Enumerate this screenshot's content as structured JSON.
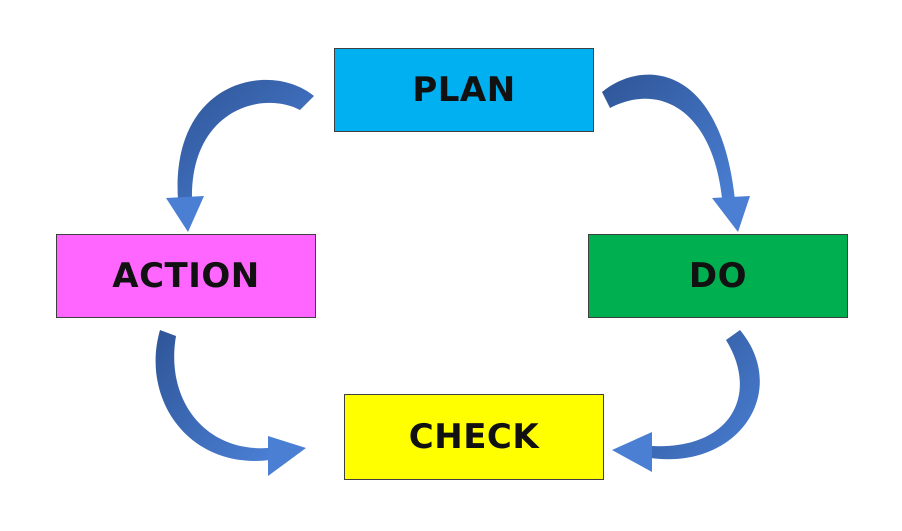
{
  "colors": {
    "plan": "#00b0f0",
    "do": "#00b050",
    "check": "#ffff00",
    "action": "#ff66ff",
    "arrow": "#4472c4",
    "arrow_dark": "#2f5597"
  },
  "cycle": {
    "plan_label": "PLAN",
    "do_label": "DO",
    "check_label": "CHECK",
    "action_label": "ACTION"
  }
}
